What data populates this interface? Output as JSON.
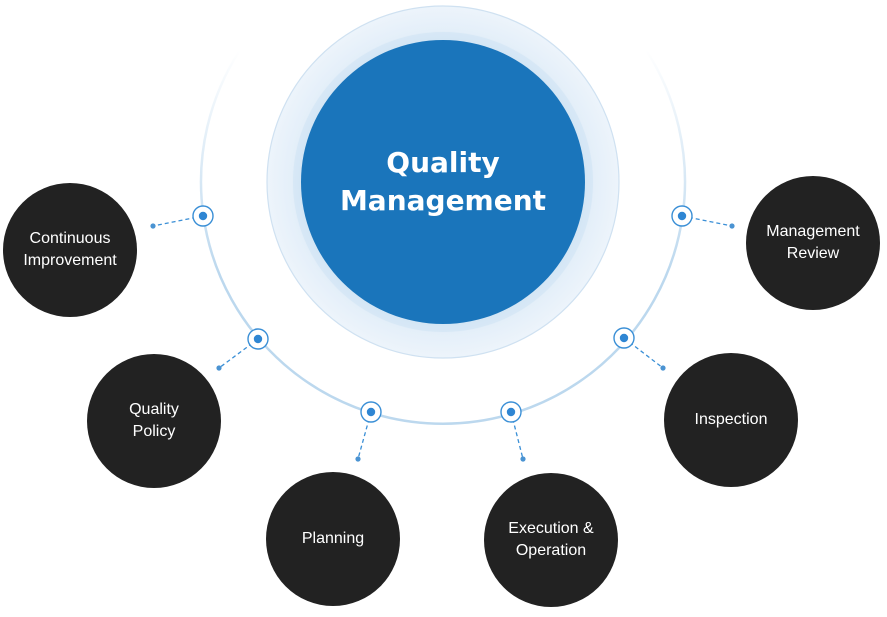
{
  "diagram": {
    "title": "Quality Management Cycle",
    "center": {
      "lines": [
        "Quality",
        "Management"
      ],
      "color": "#1a75bb",
      "halo_color": "#e8f2fa"
    },
    "arc_color": "#bcd8ee",
    "connector_color": "#3a8fd6",
    "node_fill": "#222222",
    "node_text_color": "#ffffff",
    "nodes": [
      {
        "id": "continuous-improvement",
        "lines": [
          "Continuous",
          "Improvement"
        ]
      },
      {
        "id": "quality-policy",
        "lines": [
          "Quality",
          "Policy"
        ]
      },
      {
        "id": "planning",
        "lines": [
          "Planning"
        ]
      },
      {
        "id": "execution-operation",
        "lines": [
          "Execution &",
          "Operation"
        ]
      },
      {
        "id": "inspection",
        "lines": [
          "Inspection"
        ]
      },
      {
        "id": "management-review",
        "lines": [
          "Management",
          "Review"
        ]
      }
    ]
  }
}
